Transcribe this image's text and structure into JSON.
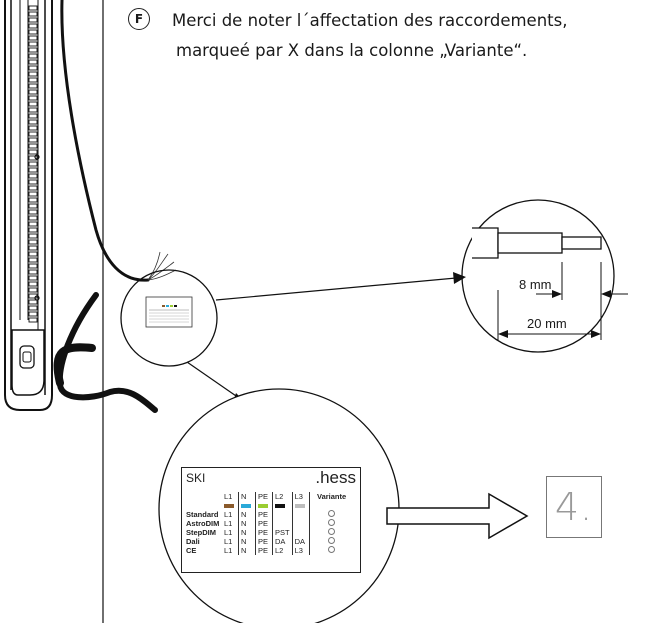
{
  "instruction": {
    "badge": "F",
    "line1": "Merci de noter l´affectation des raccordements,",
    "line2": "marqueé par X dans la colonne „Variante“."
  },
  "detail": {
    "strip_length": "8 mm",
    "sheath_length": "20 mm"
  },
  "terminal_table": {
    "model": "SKI",
    "brand": ".hess",
    "headers": [
      "L1",
      "N",
      "PE",
      "L2",
      "L3",
      "Variante"
    ],
    "header_colors": [
      "#8a5a2b",
      "#2aa9d8",
      "#9acd32",
      "#111111",
      "#bdbdbd"
    ],
    "rows": [
      {
        "label": "Standard",
        "cells": [
          "L1",
          "N",
          "PE",
          "",
          ""
        ]
      },
      {
        "label": "AstroDIM",
        "cells": [
          "L1",
          "N",
          "PE",
          "",
          ""
        ]
      },
      {
        "label": "StepDIM",
        "cells": [
          "L1",
          "N",
          "PE",
          "PST",
          ""
        ]
      },
      {
        "label": "Dali",
        "cells": [
          "L1",
          "N",
          "PE",
          "DA",
          "DA"
        ]
      },
      {
        "label": "CE",
        "cells": [
          "L1",
          "N",
          "PE",
          "L2",
          "L3"
        ]
      }
    ]
  },
  "next_step": {
    "label": "4."
  }
}
